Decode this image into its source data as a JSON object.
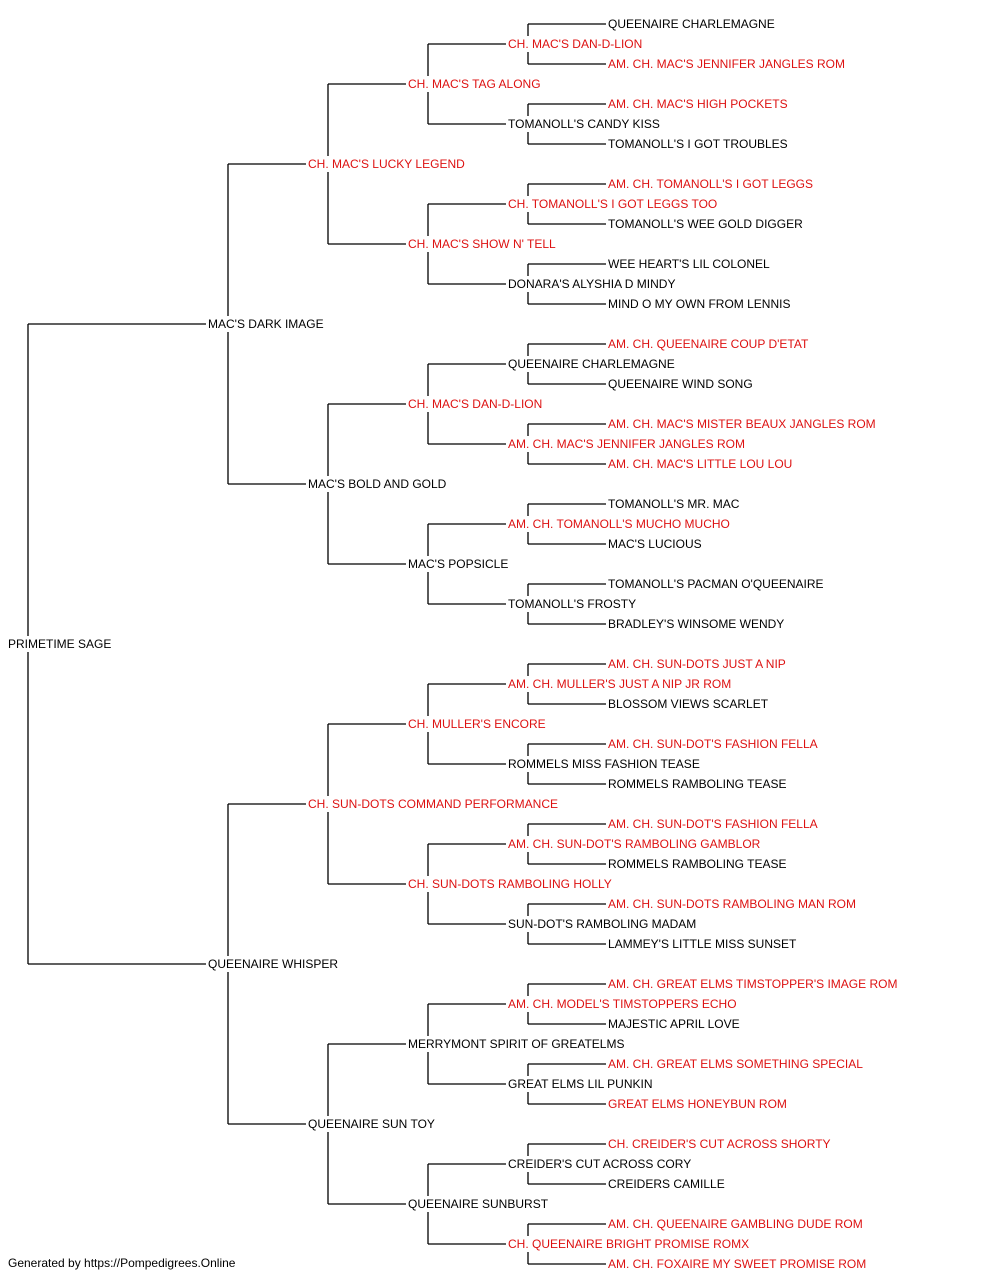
{
  "colors": {
    "champion": "#dd1111",
    "normal": "#000000",
    "line": "#000000"
  },
  "pedigree": {
    "name": "PRIMETIME SAGE",
    "champion": false,
    "sire": {
      "name": "MAC'S DARK IMAGE",
      "champion": false,
      "sire": {
        "name": "CH. MAC'S LUCKY LEGEND",
        "champion": true,
        "sire": {
          "name": "CH. MAC'S TAG ALONG",
          "champion": true,
          "sire": {
            "name": "CH. MAC'S DAN-D-LION",
            "champion": true,
            "sire": {
              "name": "QUEENAIRE CHARLEMAGNE",
              "champion": false
            },
            "dam": {
              "name": "AM. CH. MAC'S JENNIFER JANGLES ROM",
              "champion": true
            }
          },
          "dam": {
            "name": "TOMANOLL'S CANDY KISS",
            "champion": false,
            "sire": {
              "name": "AM. CH. MAC'S HIGH POCKETS",
              "champion": true
            },
            "dam": {
              "name": "TOMANOLL'S I GOT TROUBLES",
              "champion": false
            }
          }
        },
        "dam": {
          "name": "CH. MAC'S SHOW N' TELL",
          "champion": true,
          "sire": {
            "name": "CH. TOMANOLL'S I GOT LEGGS TOO",
            "champion": true,
            "sire": {
              "name": "AM. CH. TOMANOLL'S I GOT LEGGS",
              "champion": true
            },
            "dam": {
              "name": "TOMANOLL'S WEE GOLD DIGGER",
              "champion": false
            }
          },
          "dam": {
            "name": "DONARA'S ALYSHIA D MINDY",
            "champion": false,
            "sire": {
              "name": "WEE HEART'S LIL COLONEL",
              "champion": false
            },
            "dam": {
              "name": "MIND O MY OWN FROM LENNIS",
              "champion": false
            }
          }
        }
      },
      "dam": {
        "name": "MAC'S BOLD AND GOLD",
        "champion": false,
        "sire": {
          "name": "CH. MAC'S DAN-D-LION",
          "champion": true,
          "sire": {
            "name": "QUEENAIRE CHARLEMAGNE",
            "champion": false,
            "sire": {
              "name": "AM. CH. QUEENAIRE COUP D'ETAT",
              "champion": true
            },
            "dam": {
              "name": "QUEENAIRE WIND SONG",
              "champion": false
            }
          },
          "dam": {
            "name": "AM. CH. MAC'S JENNIFER JANGLES ROM",
            "champion": true,
            "sire": {
              "name": "AM. CH. MAC'S MISTER BEAUX JANGLES ROM",
              "champion": true
            },
            "dam": {
              "name": "AM. CH. MAC'S LITTLE LOU LOU",
              "champion": true
            }
          }
        },
        "dam": {
          "name": "MAC'S POPSICLE",
          "champion": false,
          "sire": {
            "name": "AM. CH. TOMANOLL'S MUCHO MUCHO",
            "champion": true,
            "sire": {
              "name": "TOMANOLL'S MR. MAC",
              "champion": false
            },
            "dam": {
              "name": "MAC'S LUCIOUS",
              "champion": false
            }
          },
          "dam": {
            "name": "TOMANOLL'S FROSTY",
            "champion": false,
            "sire": {
              "name": "TOMANOLL'S PACMAN O'QUEENAIRE",
              "champion": false
            },
            "dam": {
              "name": "BRADLEY'S WINSOME WENDY",
              "champion": false
            }
          }
        }
      }
    },
    "dam": {
      "name": "QUEENAIRE WHISPER",
      "champion": false,
      "sire": {
        "name": "CH. SUN-DOTS COMMAND PERFORMANCE",
        "champion": true,
        "sire": {
          "name": "CH. MULLER'S ENCORE",
          "champion": true,
          "sire": {
            "name": "AM. CH. MULLER'S JUST A NIP JR ROM",
            "champion": true,
            "sire": {
              "name": "AM. CH. SUN-DOTS JUST A NIP",
              "champion": true
            },
            "dam": {
              "name": "BLOSSOM VIEWS SCARLET",
              "champion": false
            }
          },
          "dam": {
            "name": "ROMMELS MISS FASHION TEASE",
            "champion": false,
            "sire": {
              "name": "AM. CH. SUN-DOT'S FASHION FELLA",
              "champion": true
            },
            "dam": {
              "name": "ROMMELS RAMBOLING TEASE",
              "champion": false
            }
          }
        },
        "dam": {
          "name": "CH. SUN-DOTS RAMBOLING HOLLY",
          "champion": true,
          "sire": {
            "name": "AM. CH. SUN-DOT'S RAMBOLING GAMBLOR",
            "champion": true,
            "sire": {
              "name": "AM. CH. SUN-DOT'S FASHION FELLA",
              "champion": true
            },
            "dam": {
              "name": "ROMMELS RAMBOLING TEASE",
              "champion": false
            }
          },
          "dam": {
            "name": "SUN-DOT'S RAMBOLING MADAM",
            "champion": false,
            "sire": {
              "name": "AM. CH. SUN-DOTS RAMBOLING MAN ROM",
              "champion": true
            },
            "dam": {
              "name": "LAMMEY'S LITTLE MISS SUNSET",
              "champion": false
            }
          }
        }
      },
      "dam": {
        "name": "QUEENAIRE SUN TOY",
        "champion": false,
        "sire": {
          "name": "MERRYMONT SPIRIT OF GREATELMS",
          "champion": false,
          "sire": {
            "name": "AM. CH. MODEL'S TIMSTOPPERS ECHO",
            "champion": true,
            "sire": {
              "name": "AM. CH. GREAT ELMS TIMSTOPPER'S IMAGE ROM",
              "champion": true
            },
            "dam": {
              "name": "MAJESTIC APRIL LOVE",
              "champion": false
            }
          },
          "dam": {
            "name": "GREAT ELMS LIL PUNKIN",
            "champion": false,
            "sire": {
              "name": "AM. CH. GREAT ELMS SOMETHING SPECIAL",
              "champion": true
            },
            "dam": {
              "name": "GREAT ELMS HONEYBUN ROM",
              "champion": true
            }
          }
        },
        "dam": {
          "name": "QUEENAIRE SUNBURST",
          "champion": false,
          "sire": {
            "name": "CREIDER'S CUT ACROSS CORY",
            "champion": false,
            "sire": {
              "name": "CH. CREIDER'S CUT ACROSS SHORTY",
              "champion": true
            },
            "dam": {
              "name": "CREIDERS CAMILLE",
              "champion": false
            }
          },
          "dam": {
            "name": "CH. QUEENAIRE BRIGHT PROMISE ROMX",
            "champion": true,
            "sire": {
              "name": "AM. CH. QUEENAIRE GAMBLING DUDE ROM",
              "champion": true
            },
            "dam": {
              "name": "AM. CH. FOXAIRE MY SWEET PROMISE ROM",
              "champion": true
            }
          }
        }
      }
    }
  },
  "footer": "Generated by https://Pompedigrees.Online"
}
